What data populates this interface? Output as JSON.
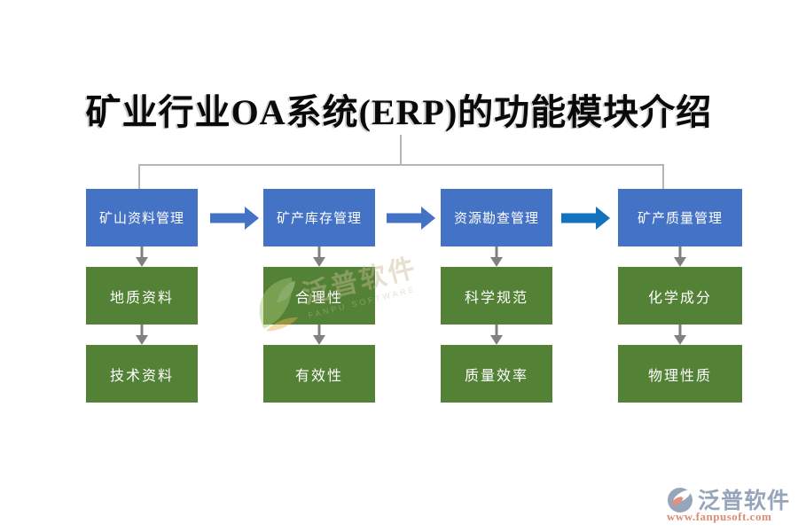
{
  "title": "矿业行业OA系统(ERP)的功能模块介绍",
  "columns": [
    {
      "header": "矿山资料管理",
      "items": [
        "地质资料",
        "技术资料"
      ]
    },
    {
      "header": "矿产库存管理",
      "items": [
        "合理性",
        "有效性"
      ]
    },
    {
      "header": "资源勘查管理",
      "items": [
        "科学规范",
        "质量效率"
      ]
    },
    {
      "header": "矿产质量管理",
      "items": [
        "化学成分",
        "物理性质"
      ]
    }
  ],
  "watermark": {
    "text": "泛普软件",
    "subtext": "FANPU SOFTWARE"
  },
  "logo": {
    "name": "泛普软件",
    "url": "www.fanpusoft.com"
  },
  "colors": {
    "header_box": "#4472C4",
    "item_box": "#538135",
    "flow_arrow": "#4472C4",
    "flow_arrow_alt": "#1272BE",
    "down_arrow": "#808080",
    "connector_line": "#B5B5B5",
    "logo_text": "#97A5BB",
    "logo_url": "#DD8C73",
    "title_text": "#0A0A0A"
  }
}
